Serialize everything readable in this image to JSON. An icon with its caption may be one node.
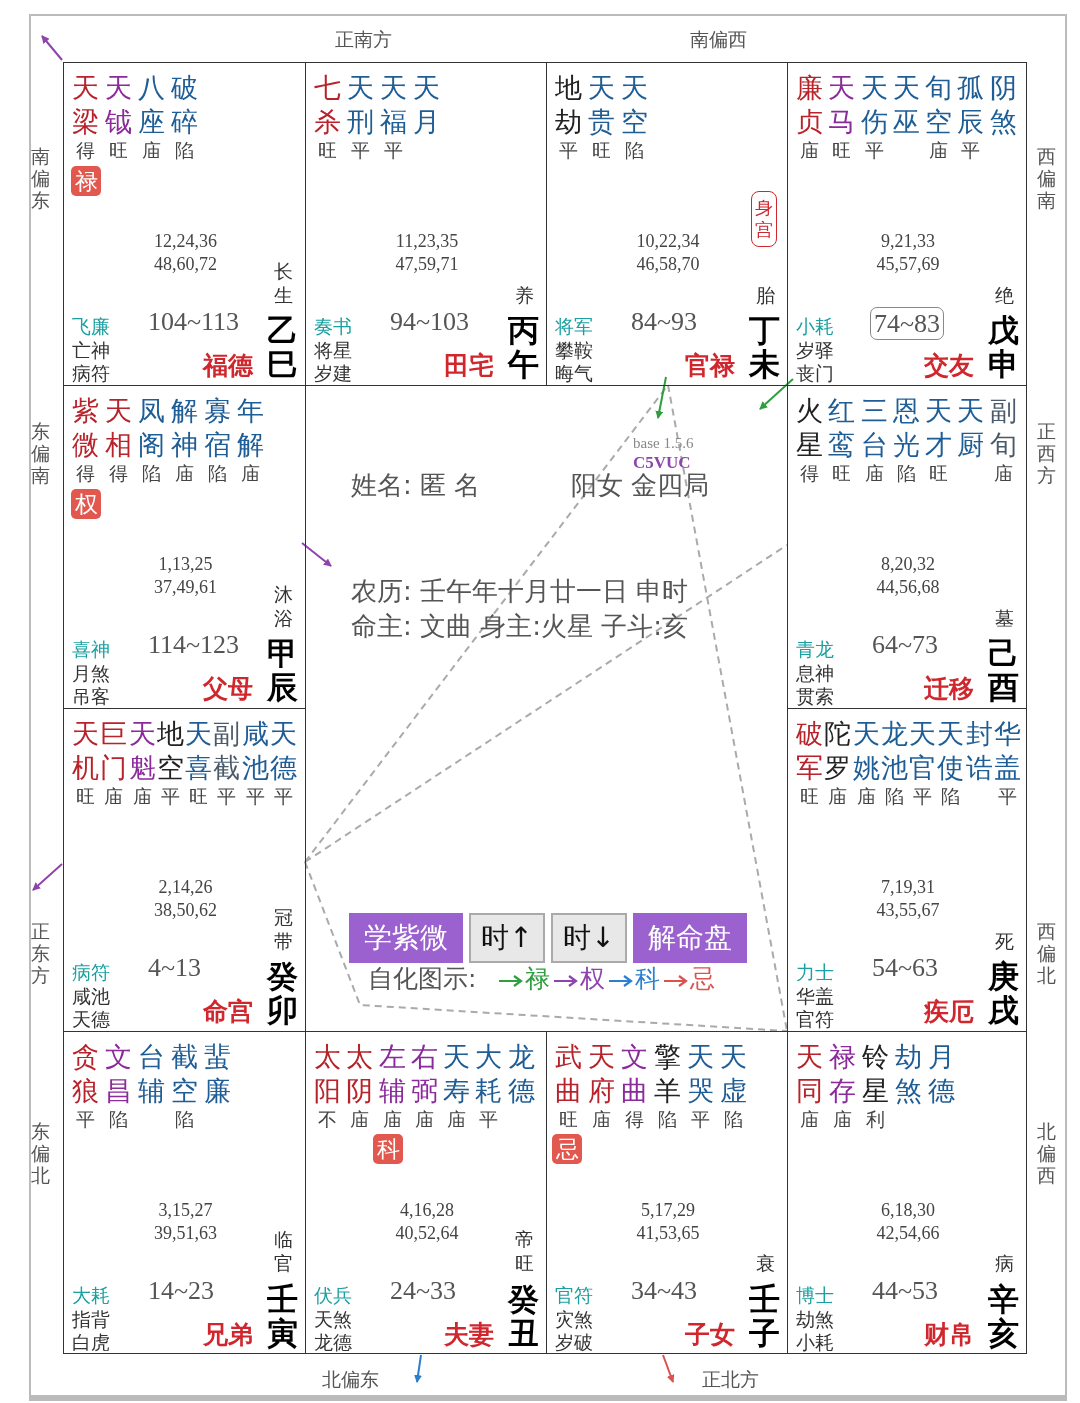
{
  "diagram": {
    "nodes": [
      {
        "text": [
          "天梁",
          "天钺",
          "八座",
          "破碎",
          "得",
          "旺",
          "庙",
          "陷",
          "12,24,36 48,60,72",
          "长生",
          "飞廉",
          "104~113",
          "亡神",
          "病符",
          "福德",
          "乙巳"
        ]
      },
      {
        "text": [
          "七杀",
          "天刑",
          "天福",
          "天月",
          "旺",
          "平",
          "平",
          "11,23,35 47,59,71",
          "养",
          "奏书",
          "94~103",
          "将星",
          "岁建",
          "田宅",
          "丙午"
        ]
      },
      {
        "text": [
          "地劫",
          "天贵",
          "天空",
          "平",
          "旺",
          "陷",
          "10,22,34 46,58,70",
          "胎",
          "将军",
          "84~93",
          "攀鞍",
          "晦气",
          "官禄",
          "丁未"
        ]
      },
      {
        "text": [
          "廉贞",
          "天马",
          "天伤",
          "天巫",
          "旬空",
          "孤辰",
          "阴煞",
          "庙",
          "旺",
          "平",
          "庙",
          "平",
          "9,21,33 45,57,69",
          "绝",
          "小耗",
          "岁驿",
          "丧门",
          "交友",
          "戊申"
        ]
      },
      {
        "text": [
          "紫微",
          "天相",
          "凤阁",
          "解神",
          "寡宿",
          "年解",
          "得",
          "得",
          "陷",
          "庙",
          "陷",
          "庙",
          "1,13,25 37,49,61",
          "沐浴",
          "喜神",
          "114~123",
          "月煞",
          "吊客",
          "父母",
          "甲辰"
        ]
      },
      {
        "text": [
          "base 1.5.6",
          "C5VUC",
          "姓名: 匿 名",
          "阳女 金四局",
          "农历: 壬午年十月廿一日 申时",
          "命主: 文曲 身主:火星 子斗:亥"
        ]
      },
      {
        "text": [
          "火星",
          "红鸾",
          "三台",
          "恩光",
          "天才",
          "天厨",
          "副旬",
          "得",
          "旺",
          "庙",
          "陷",
          "旺",
          "庙",
          "8,20,32 44,56,68",
          "墓",
          "青龙",
          "64~73",
          "息神",
          "贯索",
          "迁移",
          "己酉"
        ]
      },
      {
        "text": [
          "天机",
          "巨门",
          "天魁",
          "地空",
          "天喜",
          "副截",
          "咸池",
          "天德",
          "旺",
          "庙",
          "庙",
          "平",
          "旺",
          "平",
          "平",
          "平",
          "2,14,26 38,50,62",
          "冠带",
          "病符",
          "4~13",
          "咸池",
          "天德",
          "命宫",
          "癸卯"
        ]
      },
      {
        "text": [
          "破军",
          "陀罗",
          "天姚",
          "龙池",
          "天官",
          "天使",
          "封诰",
          "华盖",
          "旺",
          "庙",
          "庙",
          "陷",
          "平",
          "陷",
          "平",
          "7,19,31 43,55,67",
          "死",
          "力士",
          "54~63",
          "华盖",
          "官符",
          "疾厄",
          "庚戌"
        ]
      },
      {
        "text": [
          "贪狼",
          "文昌",
          "台辅",
          "截空",
          "蜚廉",
          "平",
          "陷",
          "陷",
          "3,15,27 39,51,63",
          "临官",
          "大耗",
          "14~23",
          "指背",
          "白虎",
          "兄弟",
          "壬寅"
        ]
      },
      {
        "text": [
          "太阳",
          "太阴",
          "左辅",
          "右弼",
          "天寿",
          "大耗",
          "龙德",
          "不",
          "庙",
          "庙",
          "庙",
          "庙",
          "平",
          "4,16,28 40,52,64",
          "帝旺",
          "伏兵",
          "24~33",
          "天煞",
          "龙德",
          "夫妻",
          "癸丑"
        ]
      },
      {
        "text": [
          "武曲",
          "天府",
          "文曲",
          "擎羊",
          "天哭",
          "天虚",
          "旺",
          "庙",
          "得",
          "陷",
          "平",
          "陷",
          "5,17,29 41,53,65",
          "衰",
          "官符",
          "34~43",
          "灾煞",
          "岁破",
          "子女",
          "壬子"
        ]
      },
      {
        "text": [
          "天同",
          "禄存",
          "铃星",
          "劫煞",
          "月德",
          "庙",
          "庙",
          "利",
          "6,18,30 42,54,66",
          "病",
          "博士",
          "44~53",
          "劫煞",
          "小耗",
          "财帛",
          "辛亥"
        ]
      },
      {
        "text": [
          "禄"
        ],
        "in": 0
      },
      {
        "text": [
          "身宫"
        ],
        "in": 2
      },
      {
        "text": [
          "74~83"
        ],
        "in": 3
      },
      {
        "text": [
          "权"
        ],
        "in": 4
      },
      {
        "text": [
          "学紫微"
        ],
        "in": 5
      },
      {
        "text": [
          "时↑"
        ],
        "in": 5
      },
      {
        "text": [
          "时↓"
        ],
        "in": 5
      },
      {
        "text": [
          "解命盘"
        ],
        "in": 5
      },
      {
        "text": [
          "科"
        ],
        "in": 10
      },
      {
        "text": [
          "忌"
        ],
        "in": 11
      }
    ],
    "edges": [
      {
        "from": 7,
        "to": 2,
        "arrow": "none",
        "style": "dashed",
        "color": "#aaaaaa"
      },
      {
        "from": 7,
        "to": 6,
        "arrow": "none",
        "style": "dashed",
        "color": "#aaaaaa"
      },
      {
        "from": 7,
        "to": 12,
        "arrow": "none",
        "style": "dashed",
        "color": "#aaaaaa"
      },
      {
        "from": 2,
        "to": 12,
        "arrow": "none",
        "style": "dashed",
        "color": "#aaaaaa"
      },
      {
        "from": 0,
        "to": null,
        "arrow": "to",
        "color": "#8e44ad"
      },
      {
        "from": 2,
        "to": null,
        "arrow": "to",
        "color": "#2e9e3e"
      },
      {
        "from": 3,
        "to": 5,
        "arrow": "to",
        "color": "#2e9e3e"
      },
      {
        "from": 4,
        "to": null,
        "arrow": "to",
        "color": "#8e44ad"
      },
      {
        "from": 7,
        "to": null,
        "arrow": "to",
        "color": "#8e44ad"
      },
      {
        "from": 10,
        "to": null,
        "arrow": "to",
        "color": "#2a7fd0"
      },
      {
        "from": 11,
        "to": null,
        "arrow": "to",
        "color": "#d9534f"
      }
    ],
    "labels": [
      "正南方",
      "南偏西",
      "南偏东",
      "西偏南",
      "东偏南",
      "正西方",
      "正东方",
      "西偏北",
      "自化图示:",
      "东偏北",
      "北偏西",
      "北偏东",
      "正北方"
    ],
    "legend": [
      {
        "text": "禄"
      },
      {
        "text": "权"
      },
      {
        "text": "科"
      },
      {
        "text": "忌"
      }
    ]
  }
}
